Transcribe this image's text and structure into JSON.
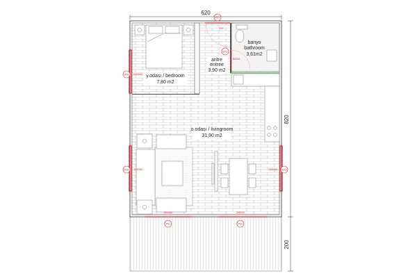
{
  "dimensions": {
    "width": "620",
    "height": "820",
    "deck": "200"
  },
  "rooms": {
    "bedroom": {
      "name": "y.odası / bedroom",
      "area": "7,80 m2"
    },
    "entree": {
      "name1": "antre",
      "name2": "entree",
      "area": "3,90 m2"
    },
    "bathroom": {
      "name1": "banyo",
      "name2": "bathroom",
      "area": "3,61m2"
    },
    "living": {
      "name": "o.odası / livingroom",
      "area": "31,90 m2"
    }
  },
  "tags": {
    "door_main": "K01",
    "door_main_size": "210",
    "door_bath": "K02",
    "door_bath_size": "80/210",
    "win_bed": "W01",
    "win_bed_size": "200/150",
    "win_left": "W02",
    "win_left_size": "200/240",
    "win_right": "W03",
    "win_right_size": "200/220",
    "door_deck1": "P01",
    "door_deck1_size": "200/210",
    "door_deck2": "P02",
    "door_deck2_size": "200/210"
  },
  "colors": {
    "wall": "#555555",
    "accent": "#e02020",
    "floor_line": "#999999",
    "green": "#22aa22"
  }
}
